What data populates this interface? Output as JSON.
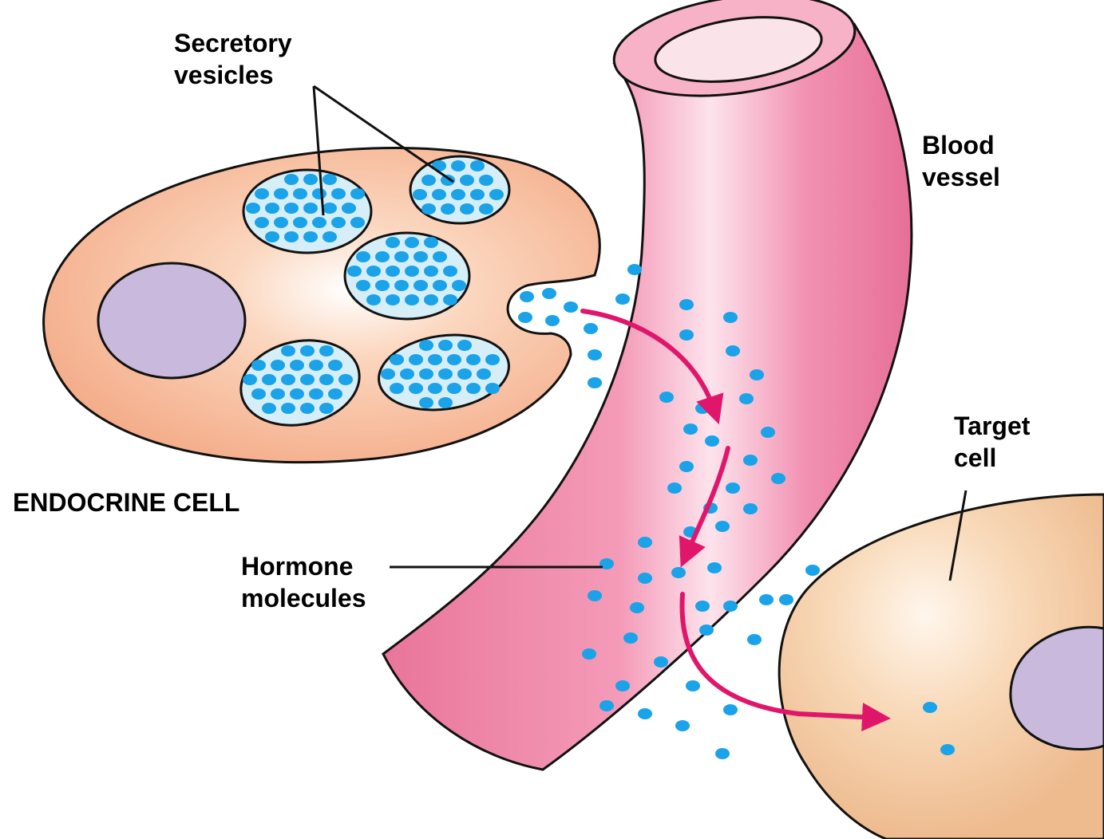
{
  "labels": {
    "secretory_vesicles": [
      "Secretory",
      "vesicles"
    ],
    "blood_vessel": [
      "Blood",
      "vessel"
    ],
    "target_cell": [
      "Target",
      "cell"
    ],
    "endocrine_cell": "ENDOCRINE CELL",
    "hormone_molecules": [
      "Hormone",
      "molecules"
    ]
  },
  "colors": {
    "endocrine_cell_fill": "#f6b996",
    "target_cell_fill": "#f3c9a0",
    "nucleus_fill": "#c9b9dc",
    "vesicle_fill": "#d6eef8",
    "hormone_dot": "#1aa3e8",
    "blood_vessel_fill": "#ef8aab",
    "arrow": "#e0166b",
    "outline": "#111111"
  }
}
